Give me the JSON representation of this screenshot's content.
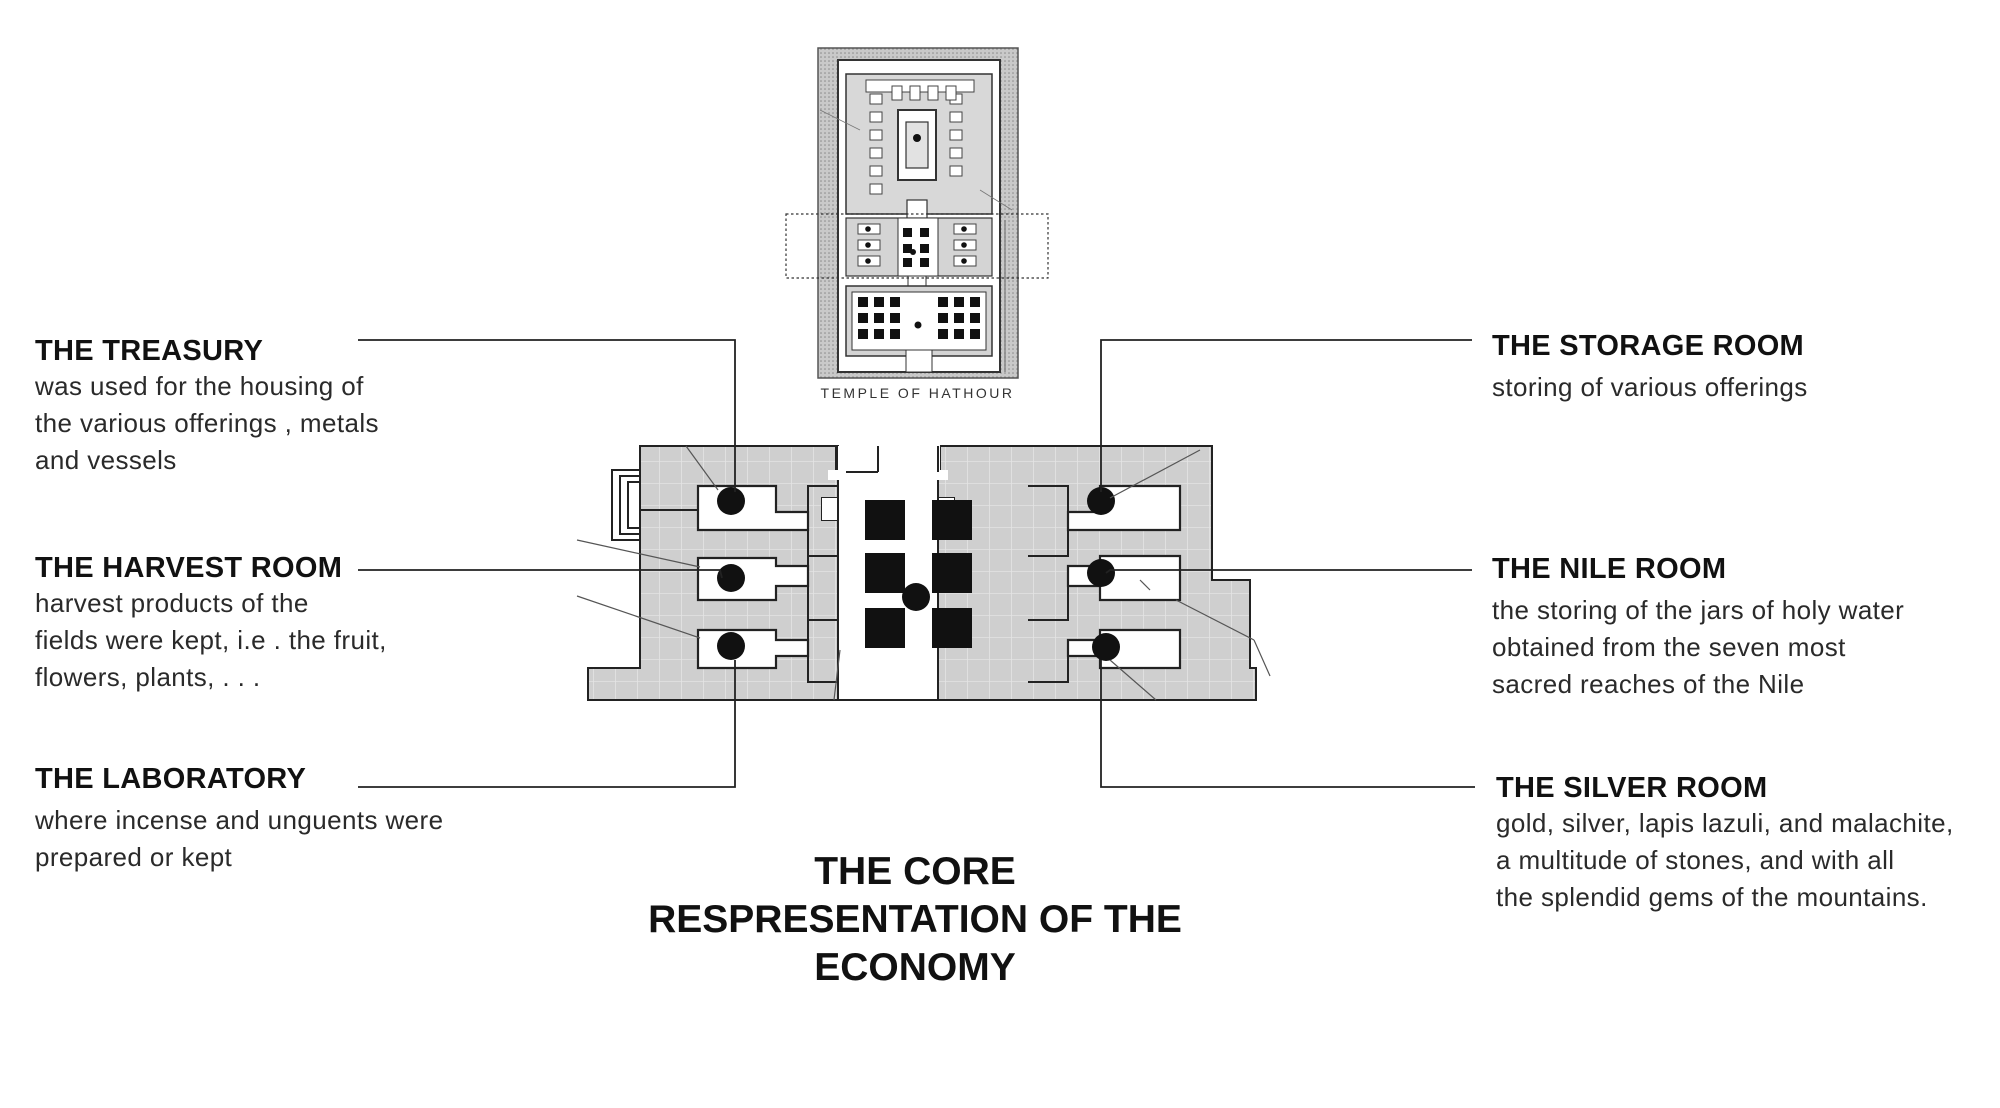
{
  "temple_caption": "TEMPLE OF HATHOUR",
  "main_title": "THE CORE\nRESPRESENTATION OF THE\nECONOMY",
  "rooms": [
    {
      "title": "THE TREASURY",
      "description": "was used for the housing of\nthe various offerings , metals\nand vessels"
    },
    {
      "title": "THE HARVEST ROOM",
      "description": "harvest products of the\nfields were kept, i.e . the fruit,\nflowers, plants, . . ."
    },
    {
      "title": "THE LABORATORY",
      "description": "where incense and unguents were\nprepared or kept"
    },
    {
      "title": "THE STORAGE ROOM",
      "description": "storing of various offerings"
    },
    {
      "title": "THE NILE ROOM",
      "description": "the storing of the jars of holy water\nobtained from the seven most\nsacred reaches of the Nile"
    },
    {
      "title": "THE SILVER ROOM",
      "description": "gold, silver, lapis lazuli, and malachite,\na multitude of stones, and with all\nthe splendid gems of the mountains."
    }
  ],
  "colors": {
    "plan_fill": "#cfcfcf",
    "ink": "#111111",
    "background": "#ffffff"
  }
}
